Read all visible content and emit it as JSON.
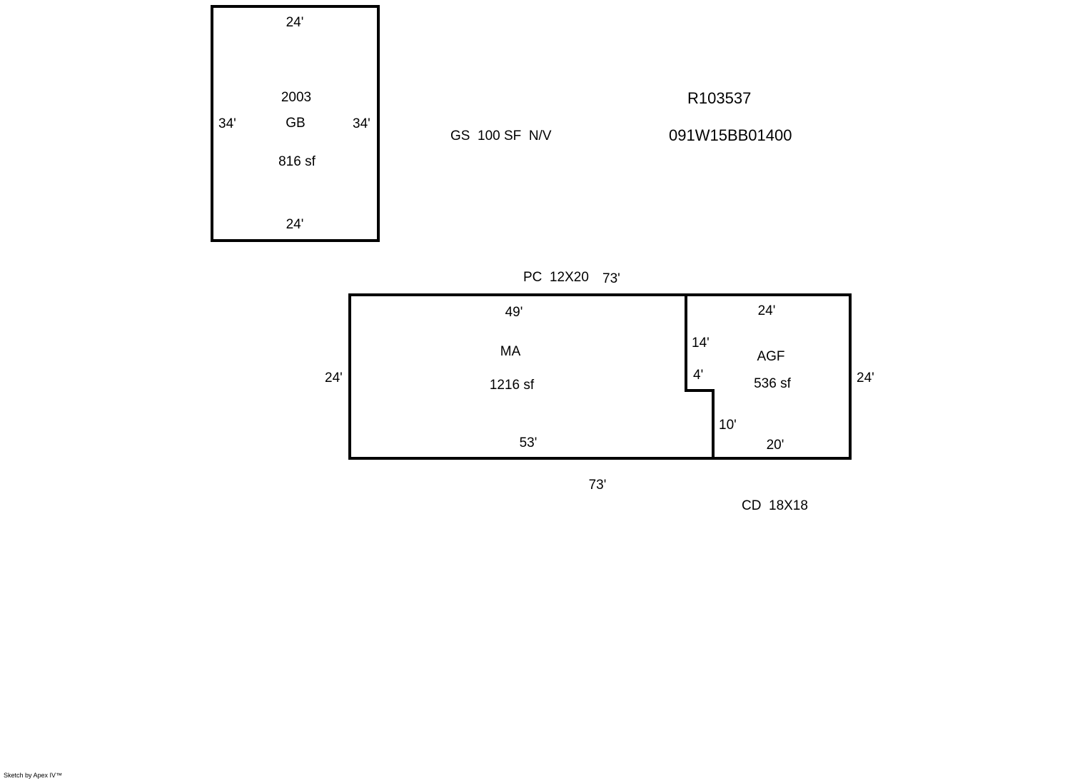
{
  "garage": {
    "top_dim": "24'",
    "bottom_dim": "24'",
    "left_dim": "34'",
    "right_dim": "34'",
    "year": "2003",
    "code": "GB",
    "area": "816 sf"
  },
  "annotations": {
    "shed": "GS  100 SF  N/V",
    "account_id": "R103537",
    "parcel_id": "091W15BB01400",
    "porch": "PC  12X20",
    "deck": "CD  18X18"
  },
  "house": {
    "overall_top_dim": "73'",
    "overall_bottom_dim": "73'",
    "left_dim": "24'",
    "right_dim": "24'",
    "main": {
      "code": "MA",
      "area": "1216 sf",
      "top_dim": "49'",
      "bottom_dim": "53'"
    },
    "garage_attached": {
      "code": "AGF",
      "area": "536 sf",
      "top_dim": "24'",
      "bottom_dim": "20'",
      "upper_left_dim": "14'",
      "notch_dim": "4'",
      "lower_left_dim": "10'"
    }
  },
  "footer": {
    "credit": "Sketch by Apex IV™"
  },
  "colors": {
    "line": "#000000",
    "background": "#ffffff"
  }
}
